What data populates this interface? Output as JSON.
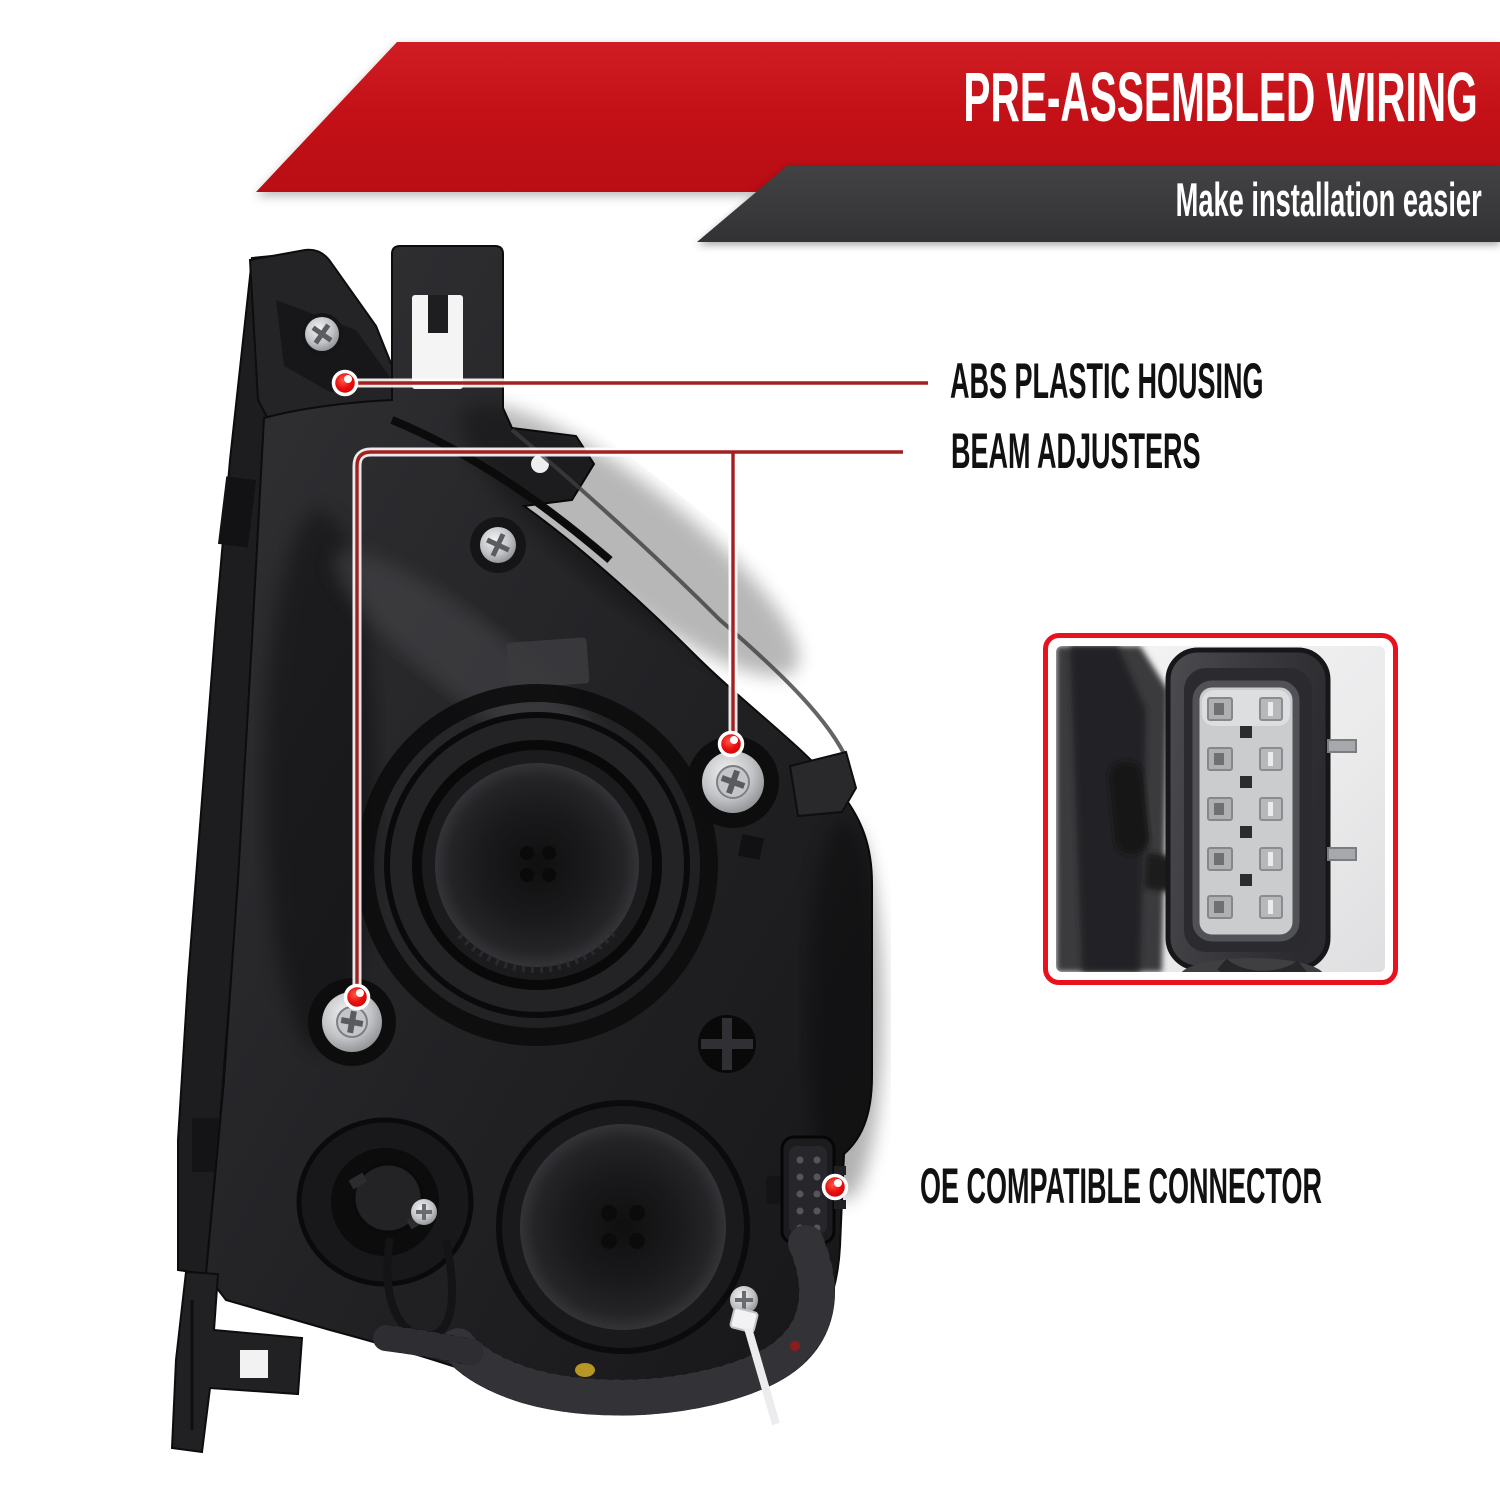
{
  "banner": {
    "title": "PRE-ASSEMBLED WIRING",
    "subtitle": "Make installation easier"
  },
  "callouts": {
    "abs": {
      "label": "ABS PLASTIC HOUSING"
    },
    "beam": {
      "label": "BEAM ADJUSTERS"
    },
    "oe": {
      "label": "OE COMPATIBLE CONNECTOR"
    }
  },
  "colors": {
    "banner_red": "#c41117",
    "banner_dark": "#39383b",
    "callout_line_red": "#a32020",
    "callout_dot_red": "#e60d0d",
    "inset_border_red": "#e9111d",
    "label_text": "#111111"
  }
}
